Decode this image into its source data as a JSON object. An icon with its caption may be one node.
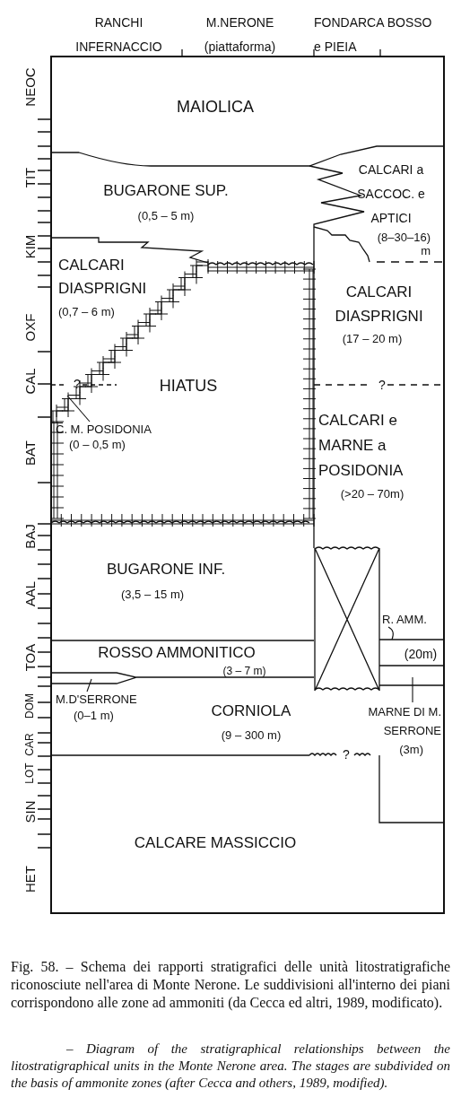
{
  "diagram": {
    "caption": "Fig. 58. – Schema dei rapporti stratigrafici delle unità litostratigrafiche riconosciute nell'area di Monte Nerone. Le suddivisioni all'interno dei piani corrispondono alle zone ad ammoniti (da Cecca ed altri, 1989, modificato).",
    "nodes": [
      {
        "text": [
          "C. M. POSIDONIA",
          "(0 – 0,5 m)"
        ]
      },
      {
        "text": [
          "M.D'SERRONE",
          "(0–1 m)"
        ]
      },
      {
        "text": [
          "R. AMM."
        ]
      },
      {
        "text": [
          "MARNE DI M. SERRONE",
          "(3m)"
        ]
      }
    ],
    "edges": [
      {
        "from": 0,
        "to": null,
        "arrow": "none"
      },
      {
        "from": 1,
        "to": null,
        "arrow": "none"
      },
      {
        "from": 2,
        "to": null,
        "arrow": "none"
      },
      {
        "from": 3,
        "to": null,
        "arrow": "none"
      }
    ],
    "labels": [
      "RANCHI INFERNACCIO",
      "M.NERONE (piattaforma)",
      "FONDARCA BOSSO e PIEIA",
      "NEOC",
      "TIT",
      "KIM",
      "OXF",
      "CAL",
      "BAT",
      "BAJ",
      "AAL",
      "TOA",
      "DOM",
      "CAR",
      "LOT",
      "SIN",
      "HET",
      "MAIOLICA",
      "CALCARI a SACCOC. e APTICI",
      "BUGARONE SUP.",
      "(0,5 – 5 m)",
      "(8–30–16) m",
      "CALCARI DIASPRIGNI",
      "(0,7 – 6 m)",
      "CALCARI DIASPRIGNI",
      "(17 – 20 m)",
      "?",
      "HIATUS",
      "?",
      "CALCARI e MARNE a POSIDONIA",
      "(>20 – 70m)",
      "BUGARONE INF.",
      "(3,5 – 15 m)",
      "ROSSO AMMONITICO",
      "(3 – 7 m)",
      "(20m)",
      "CORNIOLA",
      "(9 – 300 m)",
      "?",
      "CALCARE MASSICCIO",
      "– Diagram of the stratigraphical relationships between the litostratigraphical units in the Monte Nerone area. The stages are subdivided on the basis of ammonite zones (after Cecca and others, 1989, modified)."
    ]
  }
}
